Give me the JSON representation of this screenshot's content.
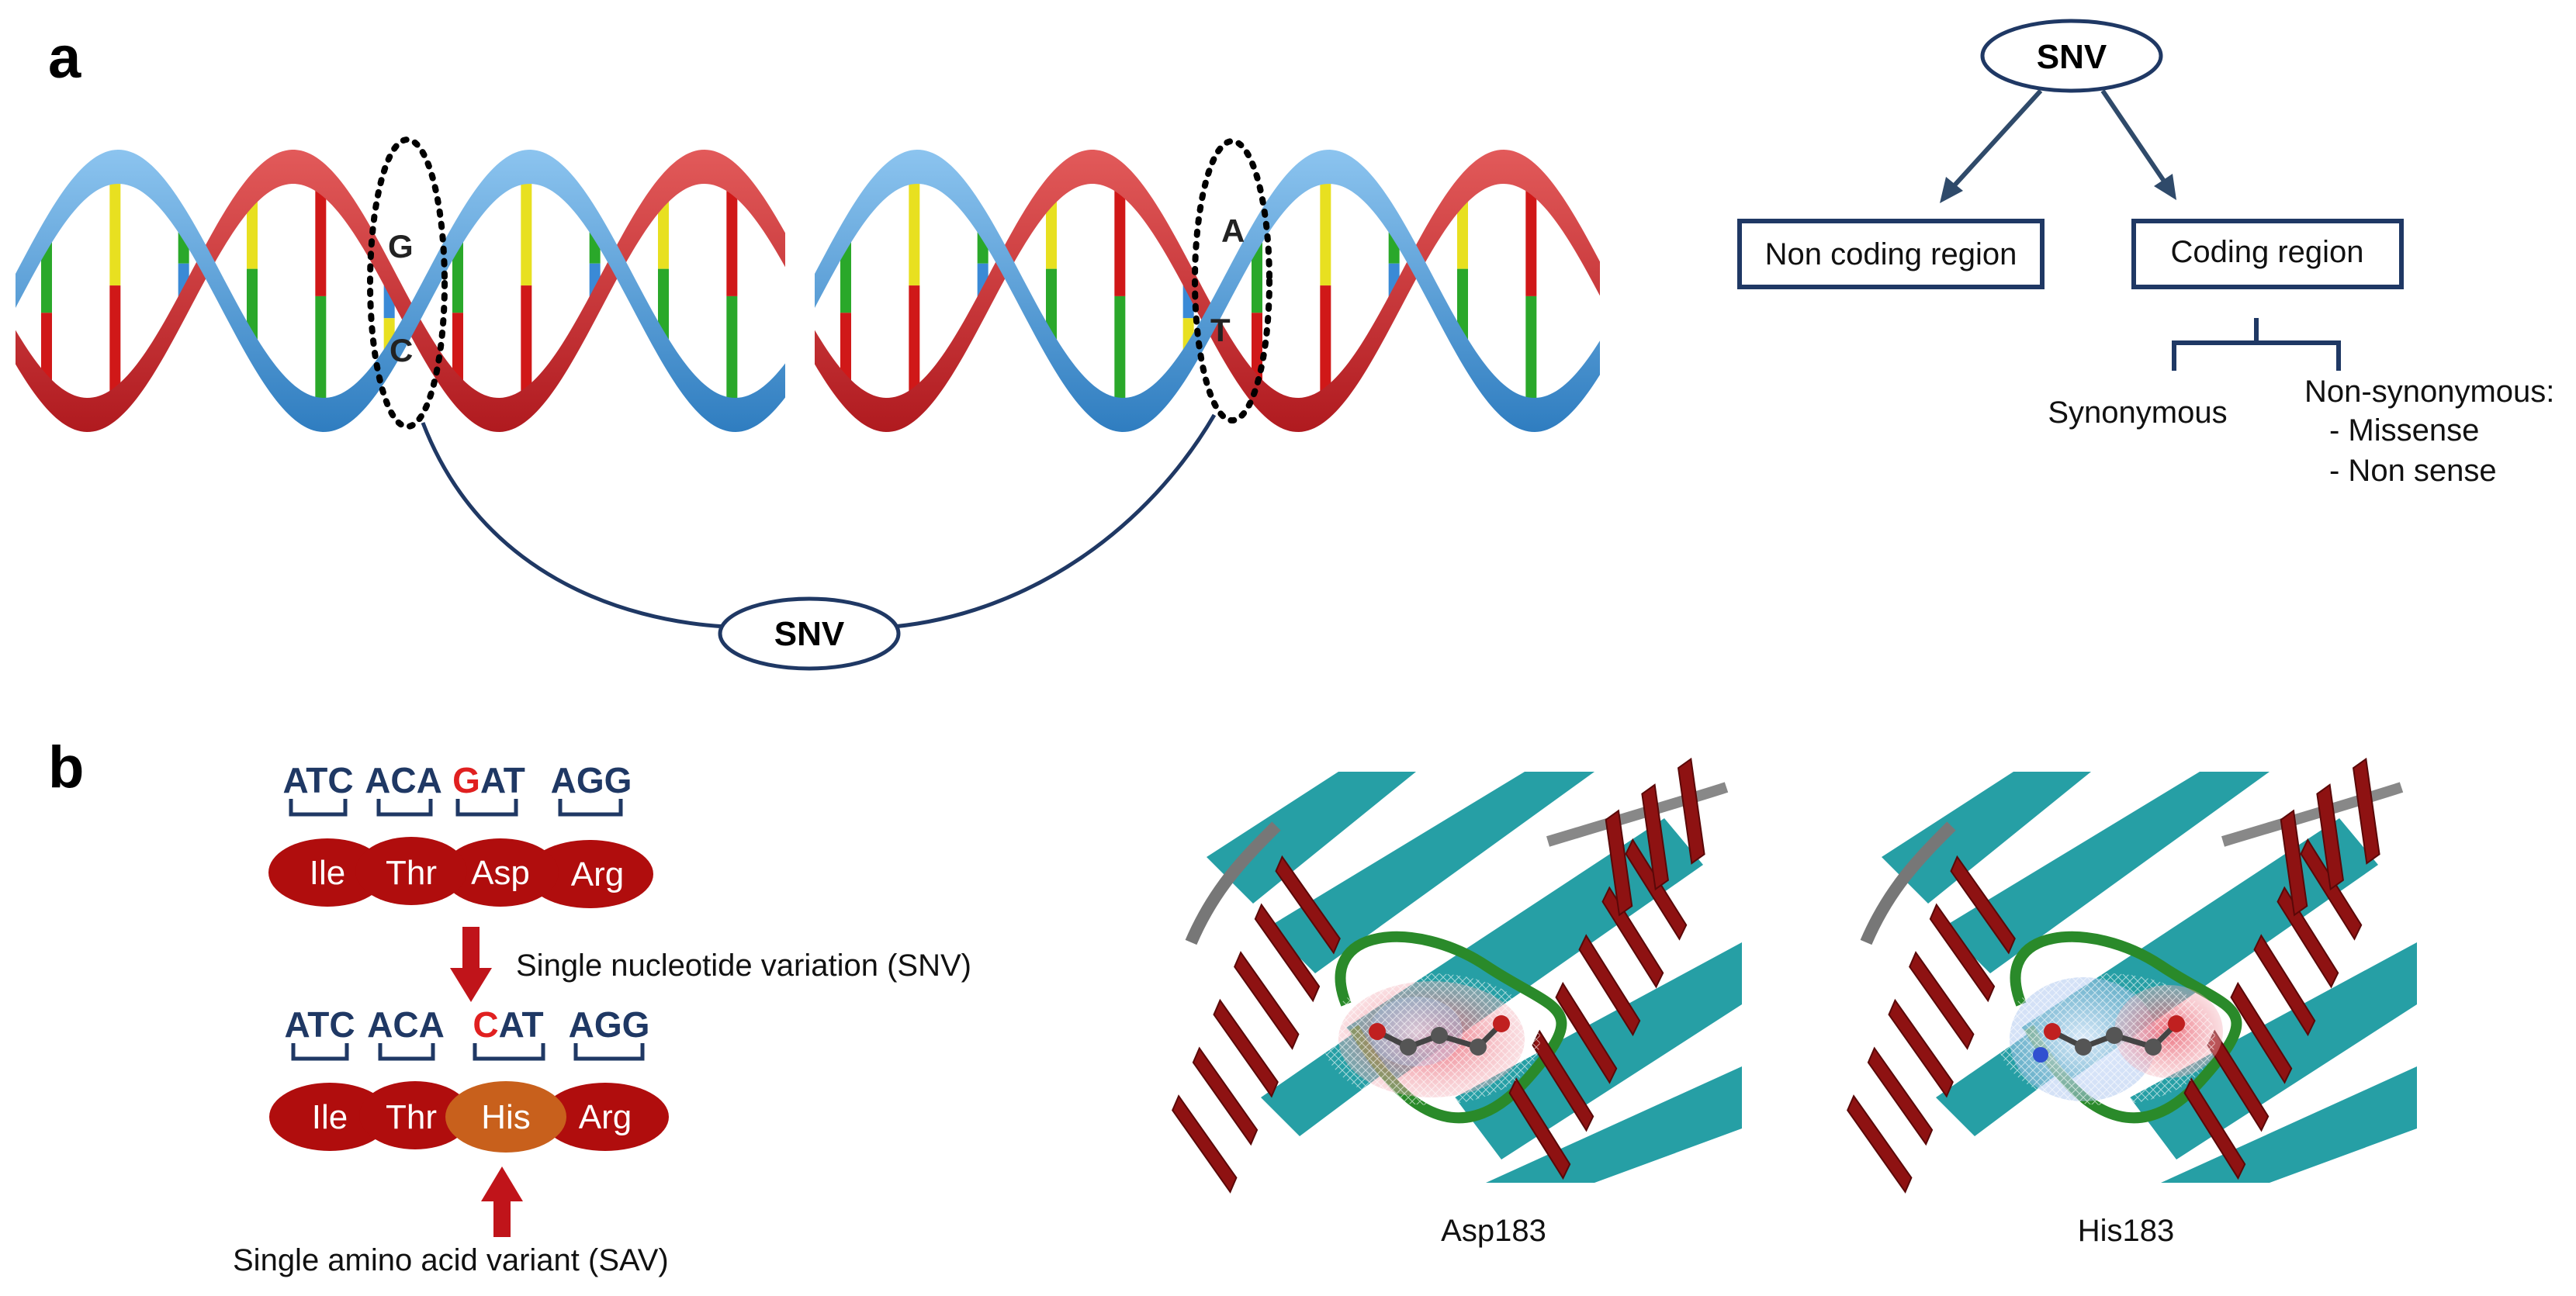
{
  "panel_a": {
    "letter": "a",
    "helix_left": {
      "top_base": "G",
      "bottom_base": "C"
    },
    "helix_right": {
      "top_base": "A",
      "bottom_base": "T"
    },
    "snv_bottom_label": "SNV",
    "tree": {
      "root": "SNV",
      "non_coding": "Non coding region",
      "coding": "Coding region",
      "synonymous": "Synonymous",
      "non_synonymous": "Non-synonymous:",
      "missense": "- Missense",
      "nonsense": "- Non sense"
    }
  },
  "panel_b": {
    "letter": "b",
    "original": {
      "codons": [
        {
          "pre": "",
          "mut": "",
          "post": "ATC"
        },
        {
          "pre": "",
          "mut": "",
          "post": "ACA"
        },
        {
          "pre": "",
          "mut": "G",
          "post": "AT"
        },
        {
          "pre": "",
          "mut": "",
          "post": "AGG"
        }
      ],
      "amino_acids": [
        "Ile",
        "Thr",
        "Asp",
        "Arg"
      ]
    },
    "snv_label": "Single nucleotide variation (SNV)",
    "variant": {
      "codons": [
        {
          "pre": "",
          "mut": "",
          "post": "ATC"
        },
        {
          "pre": "",
          "mut": "",
          "post": "ACA"
        },
        {
          "pre": "",
          "mut": "C",
          "post": "AT"
        },
        {
          "pre": "",
          "mut": "",
          "post": "AGG"
        }
      ],
      "amino_acids": [
        "Ile",
        "Thr",
        "His",
        "Arg"
      ]
    },
    "sav_label": "Single amino acid variant (SAV)",
    "structure_left_caption": "Asp183",
    "structure_right_caption": "His183"
  },
  "colors": {
    "strand_red": "#c8252b",
    "strand_blue": "#3d8fd0",
    "base_green": "#2aa82a",
    "base_yellow": "#e8e020",
    "base_red": "#d01818",
    "base_blue": "#3a8ad6",
    "navy": "#1f3864",
    "amino_red": "#b00d0d",
    "amino_orange": "#c8601c",
    "mutation_red": "#e02020",
    "helix_dark_red": "#8e1212",
    "sheet_teal": "#1a9aa0",
    "loop_green": "#2a8a2a"
  }
}
